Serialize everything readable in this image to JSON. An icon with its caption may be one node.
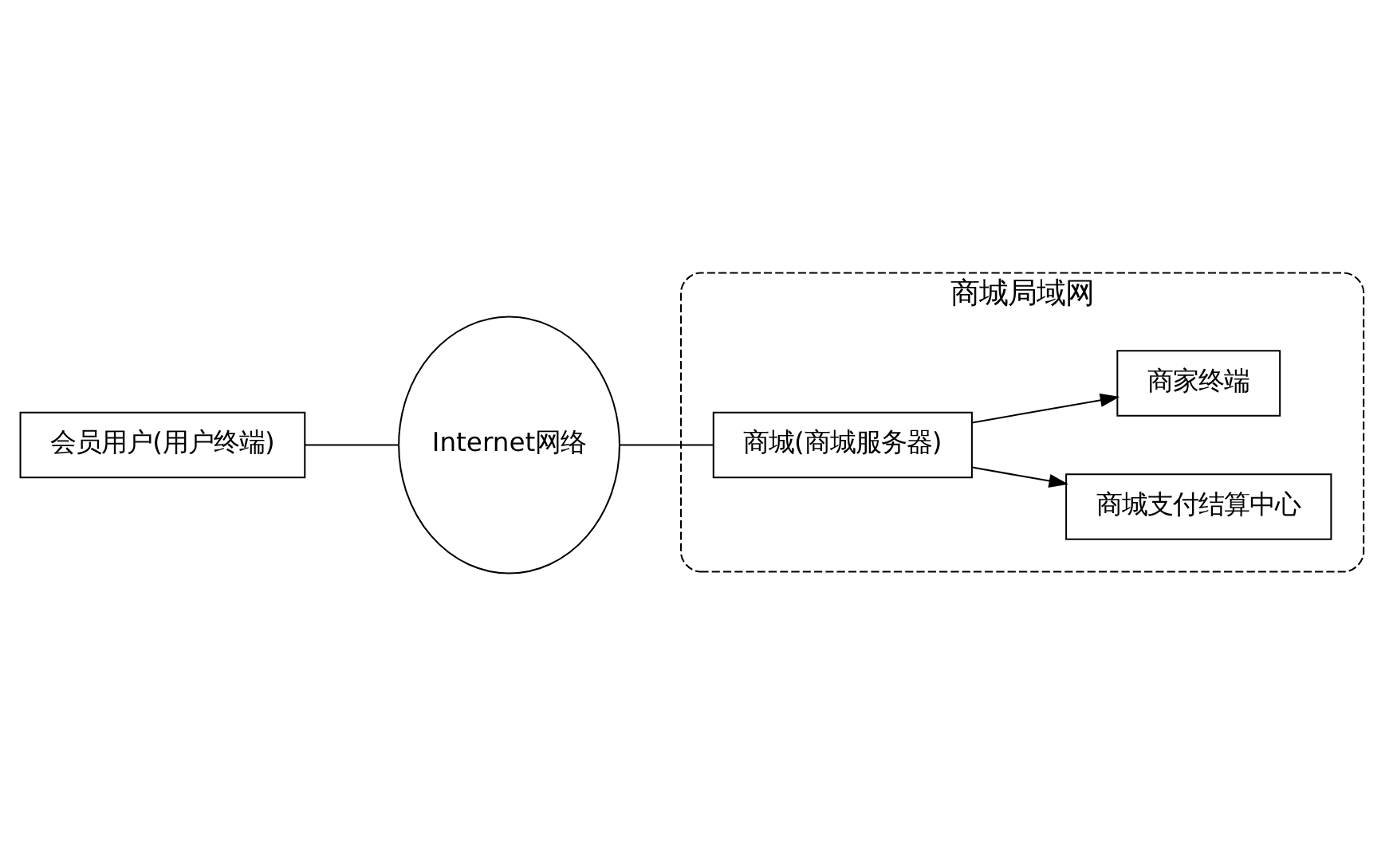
{
  "diagram": {
    "nodes": [
      {
        "text": [
          "会员用户(用户终端)"
        ]
      },
      {
        "text": [
          "Internet网络"
        ]
      },
      {
        "text": [
          "商城局域网"
        ]
      },
      {
        "text": [
          "商城(商城服务器)"
        ],
        "in": 2
      },
      {
        "text": [
          "商城支付结算中心"
        ],
        "in": 2
      },
      {
        "text": [
          "商家终端"
        ],
        "in": 2
      }
    ],
    "edges": [
      {
        "from": 0,
        "to": 1,
        "arrow": "none"
      },
      {
        "from": 1,
        "to": 3,
        "arrow": "none"
      },
      {
        "from": 3,
        "to": 4,
        "arrow": "to"
      },
      {
        "from": 3,
        "to": 5,
        "arrow": "to"
      }
    ]
  }
}
